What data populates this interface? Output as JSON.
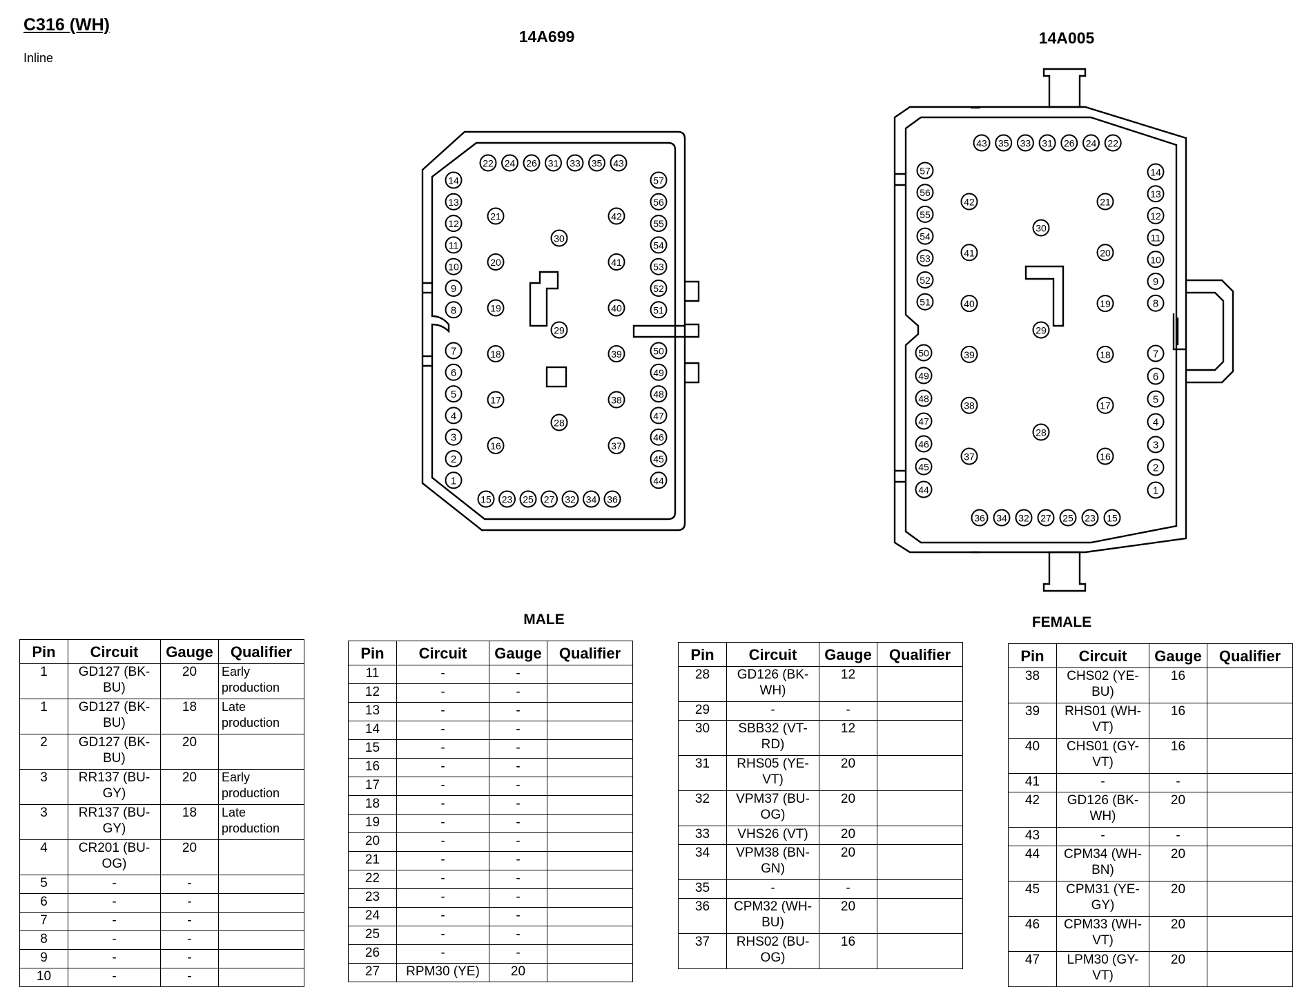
{
  "header": {
    "title": "C316 (WH)",
    "subtitle": "Inline"
  },
  "male": {
    "part": "14A699",
    "label": "MALE",
    "pins": {
      "top": [
        "22",
        "24",
        "26",
        "31",
        "33",
        "35",
        "43"
      ],
      "bottom": [
        "15",
        "23",
        "25",
        "27",
        "32",
        "34",
        "36"
      ],
      "left_upper": [
        "14",
        "13",
        "12",
        "11",
        "10",
        "9",
        "8"
      ],
      "left_lower": [
        "7",
        "6",
        "5",
        "4",
        "3",
        "2",
        "1"
      ],
      "right_upper": [
        "57",
        "56",
        "55",
        "54",
        "53",
        "52",
        "51"
      ],
      "right_lower": [
        "50",
        "49",
        "48",
        "47",
        "46",
        "45",
        "44"
      ],
      "inner_left": [
        "21",
        "20",
        "19",
        "18",
        "17",
        "16"
      ],
      "inner_center": [
        "30",
        "29",
        "28"
      ],
      "inner_right": [
        "42",
        "41",
        "40",
        "39",
        "38",
        "37"
      ]
    }
  },
  "female": {
    "part": "14A005",
    "label": "FEMALE",
    "pins": {
      "top": [
        "43",
        "35",
        "33",
        "31",
        "26",
        "24",
        "22"
      ],
      "bottom": [
        "36",
        "34",
        "32",
        "27",
        "25",
        "23",
        "15"
      ],
      "left_upper": [
        "57",
        "56",
        "55",
        "54",
        "53",
        "52",
        "51"
      ],
      "left_lower": [
        "50",
        "49",
        "48",
        "47",
        "46",
        "45",
        "44"
      ],
      "right_upper": [
        "14",
        "13",
        "12",
        "11",
        "10",
        "9",
        "8"
      ],
      "right_lower": [
        "7",
        "6",
        "5",
        "4",
        "3",
        "2",
        "1"
      ],
      "inner_left": [
        "42",
        "41",
        "40",
        "39",
        "38",
        "37"
      ],
      "inner_center": [
        "30",
        "29",
        "28"
      ],
      "inner_right": [
        "21",
        "20",
        "19",
        "18",
        "17",
        "16"
      ]
    }
  },
  "table_headers": {
    "pin": "Pin",
    "circuit": "Circuit",
    "gauge": "Gauge",
    "qualifier": "Qualifier"
  },
  "tables": [
    [
      {
        "pin": "1",
        "circuit": "GD127 (BK-\nBU)",
        "gauge": "20",
        "qualifier": "Early\nproduction"
      },
      {
        "pin": "1",
        "circuit": "GD127 (BK-\nBU)",
        "gauge": "18",
        "qualifier": "Late\nproduction"
      },
      {
        "pin": "2",
        "circuit": "GD127 (BK-\nBU)",
        "gauge": "20",
        "qualifier": ""
      },
      {
        "pin": "3",
        "circuit": "RR137 (BU-\nGY)",
        "gauge": "20",
        "qualifier": "Early\nproduction"
      },
      {
        "pin": "3",
        "circuit": "RR137 (BU-\nGY)",
        "gauge": "18",
        "qualifier": "Late\nproduction"
      },
      {
        "pin": "4",
        "circuit": "CR201 (BU-\nOG)",
        "gauge": "20",
        "qualifier": ""
      },
      {
        "pin": "5",
        "circuit": "-",
        "gauge": "-",
        "qualifier": ""
      },
      {
        "pin": "6",
        "circuit": "-",
        "gauge": "-",
        "qualifier": ""
      },
      {
        "pin": "7",
        "circuit": "-",
        "gauge": "-",
        "qualifier": ""
      },
      {
        "pin": "8",
        "circuit": "-",
        "gauge": "-",
        "qualifier": ""
      },
      {
        "pin": "9",
        "circuit": "-",
        "gauge": "-",
        "qualifier": ""
      },
      {
        "pin": "10",
        "circuit": "-",
        "gauge": "-",
        "qualifier": ""
      }
    ],
    [
      {
        "pin": "11",
        "circuit": "-",
        "gauge": "-",
        "qualifier": ""
      },
      {
        "pin": "12",
        "circuit": "-",
        "gauge": "-",
        "qualifier": ""
      },
      {
        "pin": "13",
        "circuit": "-",
        "gauge": "-",
        "qualifier": ""
      },
      {
        "pin": "14",
        "circuit": "-",
        "gauge": "-",
        "qualifier": ""
      },
      {
        "pin": "15",
        "circuit": "-",
        "gauge": "-",
        "qualifier": ""
      },
      {
        "pin": "16",
        "circuit": "-",
        "gauge": "-",
        "qualifier": ""
      },
      {
        "pin": "17",
        "circuit": "-",
        "gauge": "-",
        "qualifier": ""
      },
      {
        "pin": "18",
        "circuit": "-",
        "gauge": "-",
        "qualifier": ""
      },
      {
        "pin": "19",
        "circuit": "-",
        "gauge": "-",
        "qualifier": ""
      },
      {
        "pin": "20",
        "circuit": "-",
        "gauge": "-",
        "qualifier": ""
      },
      {
        "pin": "21",
        "circuit": "-",
        "gauge": "-",
        "qualifier": ""
      },
      {
        "pin": "22",
        "circuit": "-",
        "gauge": "-",
        "qualifier": ""
      },
      {
        "pin": "23",
        "circuit": "-",
        "gauge": "-",
        "qualifier": ""
      },
      {
        "pin": "24",
        "circuit": "-",
        "gauge": "-",
        "qualifier": ""
      },
      {
        "pin": "25",
        "circuit": "-",
        "gauge": "-",
        "qualifier": ""
      },
      {
        "pin": "26",
        "circuit": "-",
        "gauge": "-",
        "qualifier": ""
      },
      {
        "pin": "27",
        "circuit": "RPM30 (YE)",
        "gauge": "20",
        "qualifier": ""
      }
    ],
    [
      {
        "pin": "28",
        "circuit": "GD126 (BK-\nWH)",
        "gauge": "12",
        "qualifier": ""
      },
      {
        "pin": "29",
        "circuit": "-",
        "gauge": "-",
        "qualifier": ""
      },
      {
        "pin": "30",
        "circuit": "SBB32 (VT-\nRD)",
        "gauge": "12",
        "qualifier": ""
      },
      {
        "pin": "31",
        "circuit": "RHS05 (YE-\nVT)",
        "gauge": "20",
        "qualifier": ""
      },
      {
        "pin": "32",
        "circuit": "VPM37 (BU-\nOG)",
        "gauge": "20",
        "qualifier": ""
      },
      {
        "pin": "33",
        "circuit": "VHS26 (VT)",
        "gauge": "20",
        "qualifier": ""
      },
      {
        "pin": "34",
        "circuit": "VPM38 (BN-\nGN)",
        "gauge": "20",
        "qualifier": ""
      },
      {
        "pin": "35",
        "circuit": "-",
        "gauge": "-",
        "qualifier": ""
      },
      {
        "pin": "36",
        "circuit": "CPM32 (WH-\nBU)",
        "gauge": "20",
        "qualifier": ""
      },
      {
        "pin": "37",
        "circuit": "RHS02 (BU-\nOG)",
        "gauge": "16",
        "qualifier": ""
      }
    ],
    [
      {
        "pin": "38",
        "circuit": "CHS02 (YE-\nBU)",
        "gauge": "16",
        "qualifier": ""
      },
      {
        "pin": "39",
        "circuit": "RHS01 (WH-\nVT)",
        "gauge": "16",
        "qualifier": ""
      },
      {
        "pin": "40",
        "circuit": "CHS01 (GY-\nVT)",
        "gauge": "16",
        "qualifier": ""
      },
      {
        "pin": "41",
        "circuit": "-",
        "gauge": "-",
        "qualifier": ""
      },
      {
        "pin": "42",
        "circuit": "GD126 (BK-\nWH)",
        "gauge": "20",
        "qualifier": ""
      },
      {
        "pin": "43",
        "circuit": "-",
        "gauge": "-",
        "qualifier": ""
      },
      {
        "pin": "44",
        "circuit": "CPM34 (WH-\nBN)",
        "gauge": "20",
        "qualifier": ""
      },
      {
        "pin": "45",
        "circuit": "CPM31 (YE-\nGY)",
        "gauge": "20",
        "qualifier": ""
      },
      {
        "pin": "46",
        "circuit": "CPM33 (WH-\nVT)",
        "gauge": "20",
        "qualifier": ""
      },
      {
        "pin": "47",
        "circuit": "LPM30 (GY-\nVT)",
        "gauge": "20",
        "qualifier": ""
      }
    ]
  ]
}
